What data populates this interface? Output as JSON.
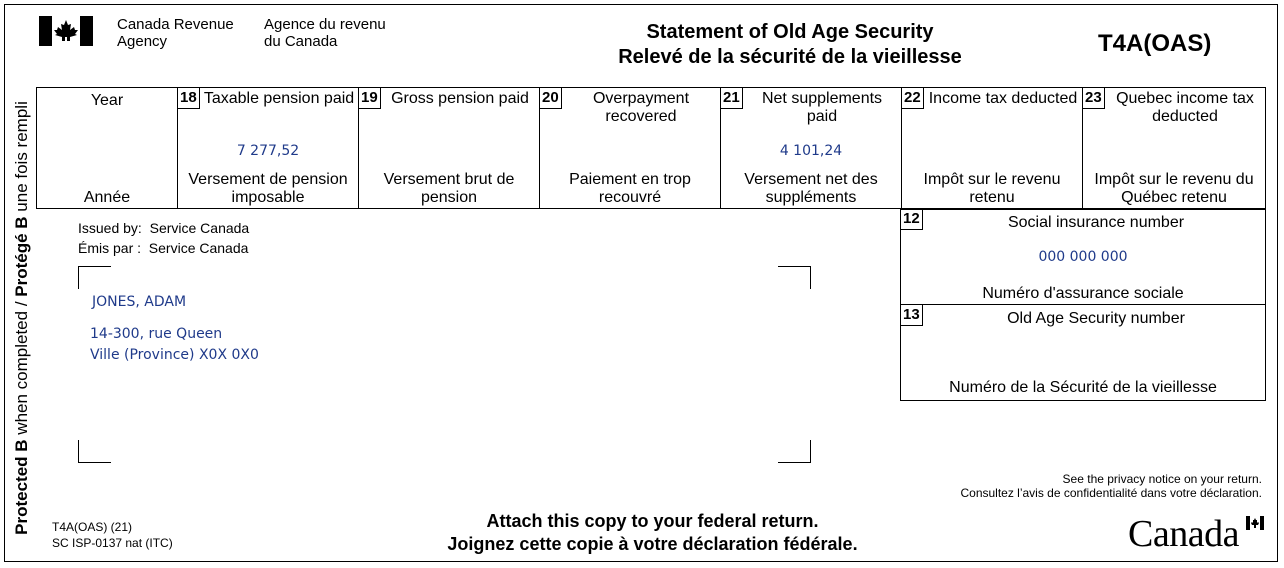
{
  "header": {
    "agency_en_line1": "Canada Revenue",
    "agency_en_line2": "Agency",
    "agency_fr_line1": "Agence du revenu",
    "agency_fr_line2": "du Canada",
    "title_en": "Statement of Old Age Security",
    "title_fr": "Relevé de la sécurité de la vieillesse",
    "form_code": "T4A(OAS)"
  },
  "sidebar": {
    "protected_b": "Protected B",
    "when_completed": " when completed / ",
    "protege_b": "Protégé B",
    "une_fois_rempli": " une fois rempli"
  },
  "year_box": {
    "label_en": "Year",
    "label_fr": "Année"
  },
  "boxes": [
    {
      "num": "18",
      "label_en": "Taxable pension paid",
      "label_fr": "Versement de pension imposable",
      "value": "7 277,52"
    },
    {
      "num": "19",
      "label_en": "Gross pension paid",
      "label_fr": "Versement brut de pension",
      "value": ""
    },
    {
      "num": "20",
      "label_en": "Overpayment recovered",
      "label_fr": "Paiement en trop recouvré",
      "value": ""
    },
    {
      "num": "21",
      "label_en": "Net supplements paid",
      "label_fr": "Versement net des suppléments",
      "value": "4 101,24"
    },
    {
      "num": "22",
      "label_en": "Income tax deducted",
      "label_fr": "Impôt sur le revenu retenu",
      "value": ""
    },
    {
      "num": "23",
      "label_en": "Quebec income tax deducted",
      "label_fr": "Impôt sur le revenu du Québec retenu",
      "value": ""
    }
  ],
  "issuer": {
    "issued_by_label": "Issued by:",
    "issued_by_value": "Service Canada",
    "emis_par_label": "Émis par :",
    "emis_par_value": "Service Canada"
  },
  "recipient": {
    "name": "JONES, ADAM",
    "address_line1": "14-300, rue Queen",
    "address_line2": "Ville (Province) X0X 0X0"
  },
  "sin": {
    "num": "12",
    "label_en": "Social insurance number",
    "label_fr": "Numéro d'assurance sociale",
    "value": "000 000 000"
  },
  "oas": {
    "num": "13",
    "label_en": "Old Age Security number",
    "label_fr": "Numéro de la Sécurité de la vieillesse",
    "value": ""
  },
  "footer": {
    "privacy_en": "See the privacy notice on your return.",
    "privacy_fr": "Consultez l’avis de confidentialité dans votre déclaration.",
    "form_version": "T4A(OAS) (21)",
    "form_nat": "SC ISP-0137 nat (ITC)",
    "attach_en": "Attach this copy to your federal return.",
    "attach_fr": "Joignez cette copie à votre déclaration fédérale.",
    "wordmark": "Canada"
  }
}
